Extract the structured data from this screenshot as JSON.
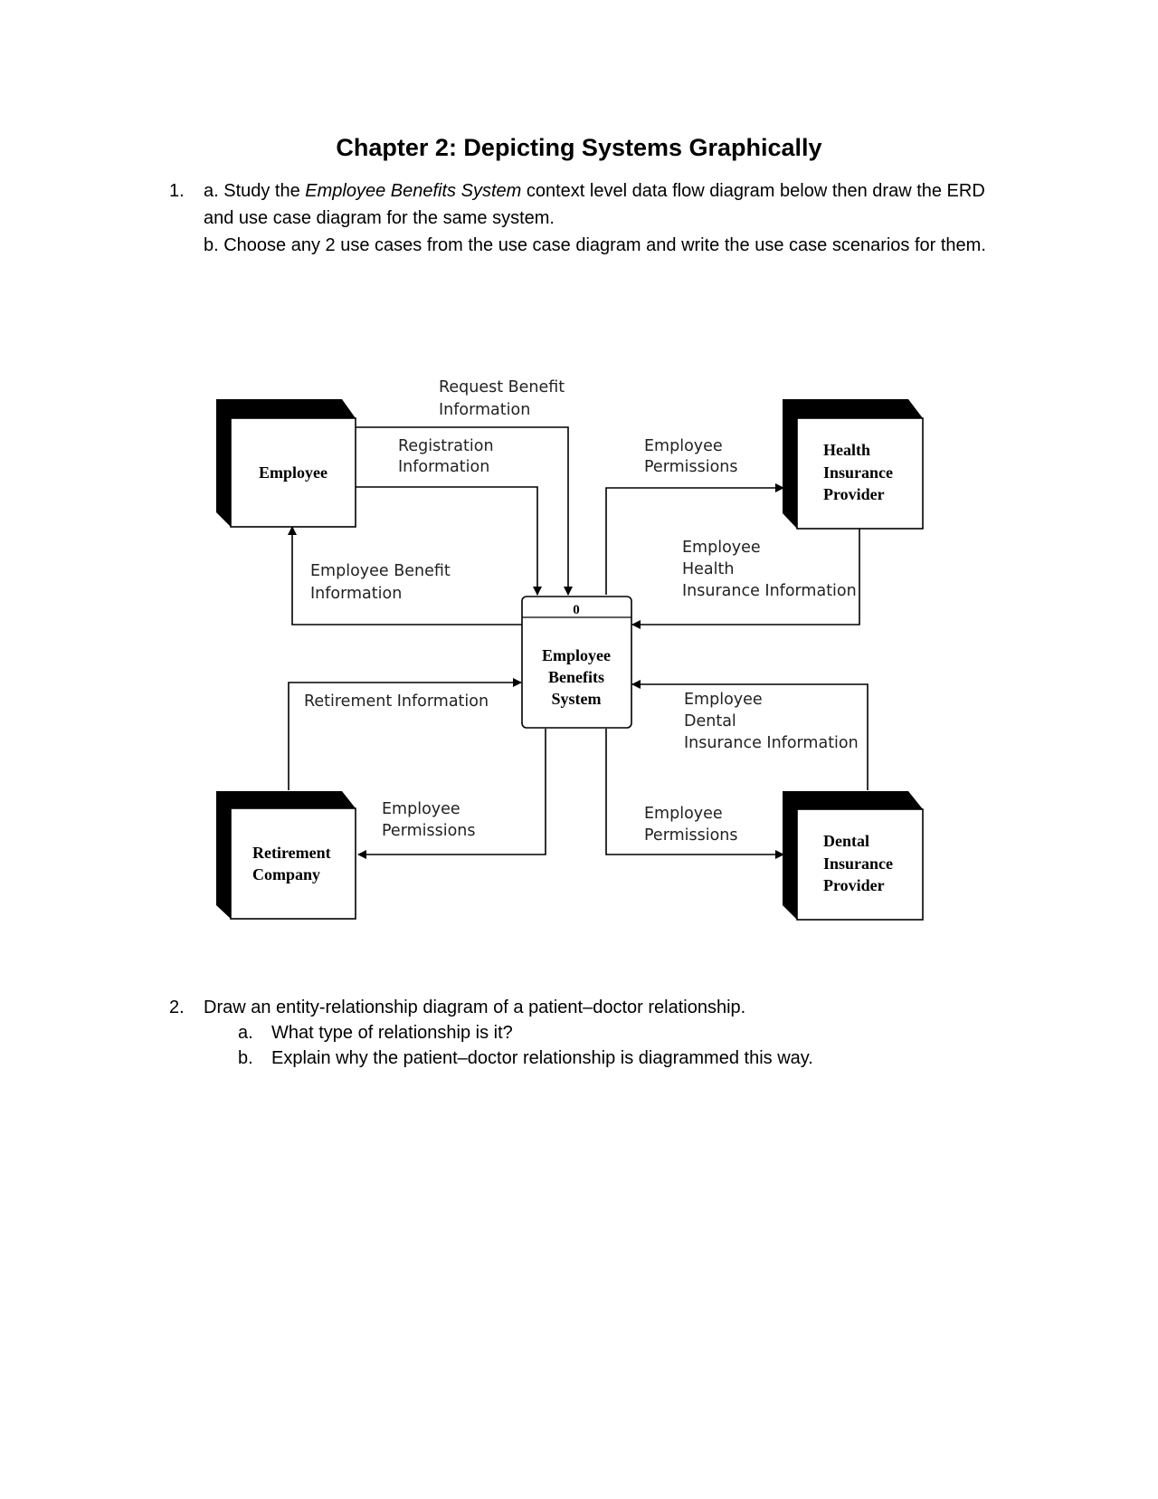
{
  "title": "Chapter 2: Depicting Systems Graphically",
  "q1": {
    "number": "1.",
    "a_prefix": "a. Study the ",
    "a_italic": "Employee Benefits System",
    "a_rest": " context level data flow diagram below then draw the ERD",
    "a_line2": "and use case diagram for the same system.",
    "b": "b. Choose any 2 use cases from the use case diagram and write the use case scenarios for them."
  },
  "diagram": {
    "process": {
      "number": "0",
      "lines": [
        "Employee",
        "Benefits",
        "System"
      ]
    },
    "entities": {
      "employee": [
        "Employee"
      ],
      "health": [
        "Health",
        "Insurance",
        "Provider"
      ],
      "retirement": [
        "Retirement",
        "Company"
      ],
      "dental": [
        "Dental",
        "Insurance",
        "Provider"
      ]
    },
    "flows": {
      "request_benefit": [
        "Request Benefit",
        "Information"
      ],
      "registration": [
        "Registration",
        "Information"
      ],
      "employee_benefit": [
        "Employee Benefit",
        "Information"
      ],
      "health_permissions": [
        "Employee",
        "Permissions"
      ],
      "health_info": [
        "Employee",
        "Health",
        "Insurance Information"
      ],
      "retirement_info": [
        "Retirement Information"
      ],
      "dental_info": [
        "Employee",
        "Dental",
        "Insurance Information"
      ],
      "retirement_permissions": [
        "Employee",
        "Permissions"
      ],
      "dental_permissions": [
        "Employee",
        "Permissions"
      ]
    }
  },
  "q2": {
    "number": "2.",
    "text": "Draw an entity-relationship diagram of a patient–doctor relationship.",
    "a_marker": "a.",
    "a": "What type of relationship is it?",
    "b_marker": "b.",
    "b": "Explain why the patient–doctor relationship is diagrammed this way."
  }
}
